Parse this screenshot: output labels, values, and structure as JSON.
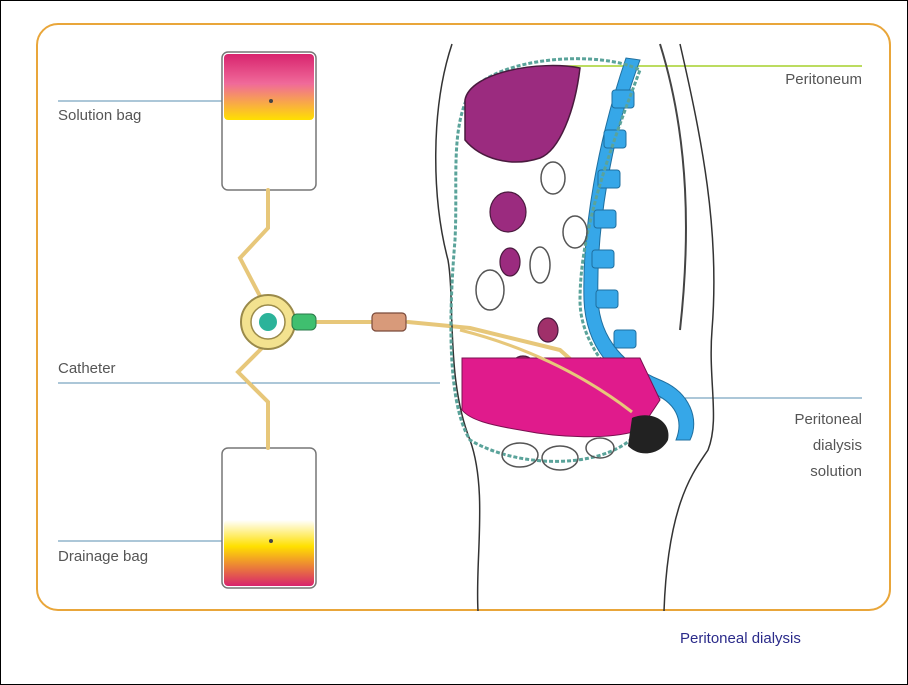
{
  "labels": {
    "solution_bag": "Solution bag",
    "catheter": "Catheter",
    "drainage_bag": "Drainage bag",
    "peritoneum": "Peritoneum",
    "pd_solution_line1": "Peritoneal",
    "pd_solution_line2": "dialysis",
    "pd_solution_line3": "solution"
  },
  "caption": "Peritoneal dialysis",
  "colors": {
    "frame": "#e9a63a",
    "bag_top": "#d8246e",
    "bag_mid": "#ffe000",
    "spine": "#36a7e8",
    "liver": "#9b2b7f",
    "dialysate": "#e01b8c",
    "tube": "#e7c77a",
    "peritoneum_line": "#a6d12b",
    "leader": "#5a8fb0",
    "connector": "#2bb39a"
  }
}
